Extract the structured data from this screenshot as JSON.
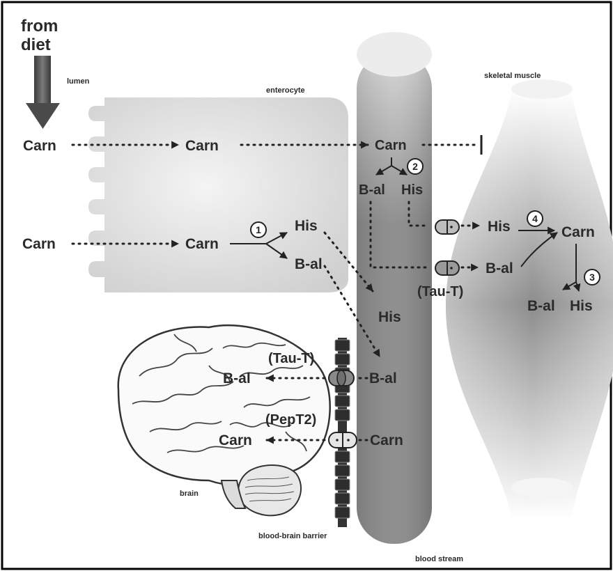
{
  "labels": {
    "from": "from",
    "diet": "diet",
    "lumen": "lumen",
    "enterocyte": "enterocyte",
    "skeletal_muscle": "skeletal muscle",
    "brain": "brain",
    "bbb": "blood-brain barrier",
    "blood_stream": "blood stream"
  },
  "molecules": {
    "carn": "Carn",
    "his": "His",
    "bal": "B-al",
    "taut": "(Tau-T)",
    "pept2": "(PepT2)"
  },
  "steps": [
    "1",
    "2",
    "3",
    "4"
  ],
  "colors": {
    "frame": "#000000",
    "text": "#2a2a2a",
    "arrow": "#222222",
    "enterocyte": "#dcdcdc",
    "vessel": "#a9a9a9",
    "muscle": "#9a9a9a",
    "barrier": "#333333"
  },
  "icons": [
    "down-arrow-icon",
    "transporter-icon",
    "brain-icon"
  ]
}
